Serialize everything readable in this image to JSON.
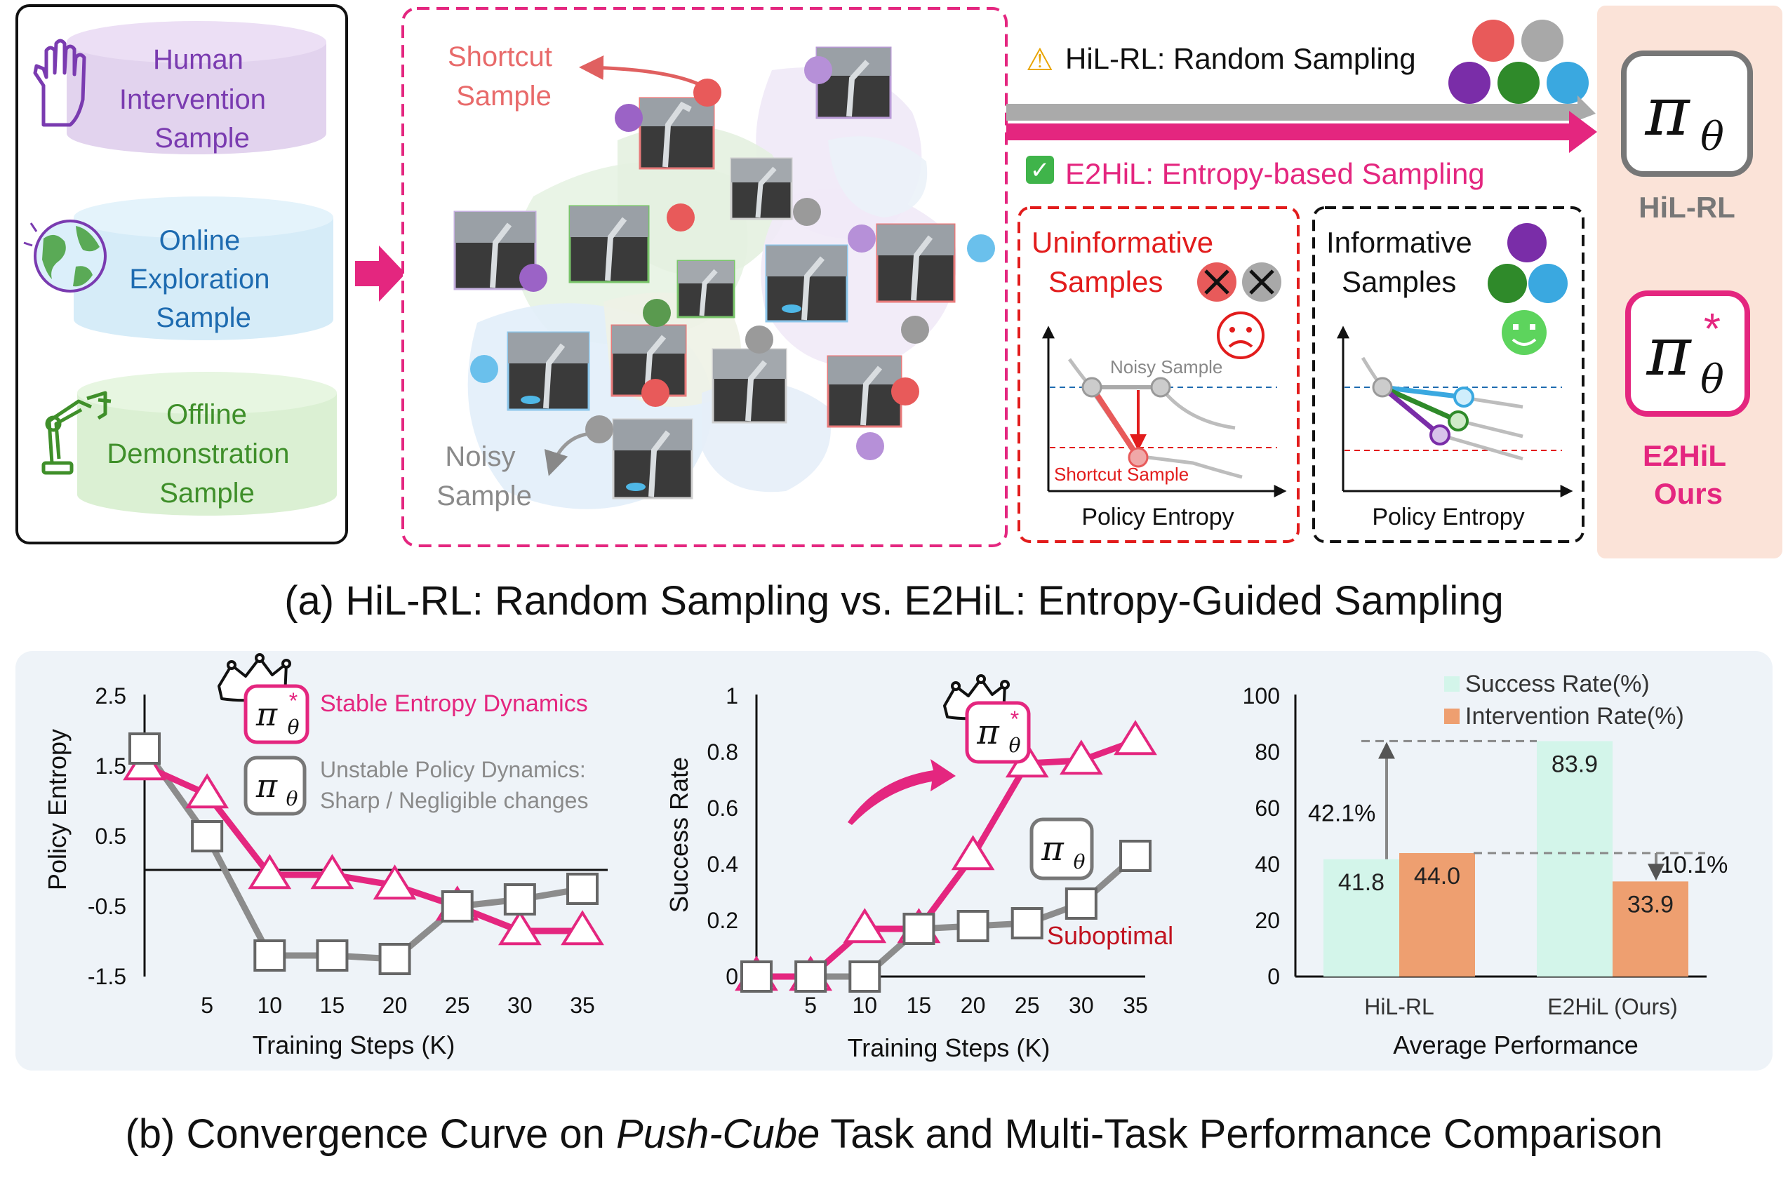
{
  "datasets": {
    "human": [
      "Human",
      "Intervention",
      "Sample"
    ],
    "online": [
      "Online",
      "Exploration",
      "Sample"
    ],
    "offline": [
      "Offline",
      "Demonstration",
      "Sample"
    ]
  },
  "pool": {
    "shortcut": [
      "Shortcut",
      "Sample"
    ],
    "noisy": [
      "Noisy",
      "Sample"
    ]
  },
  "sampling": {
    "random_label": "HiL-RL: Random Sampling",
    "entropy_label": "E2HiL: Entropy-based Sampling",
    "warning_icon": "⚠",
    "check_icon": "✓"
  },
  "uninformative": {
    "title": [
      "Uninformative",
      "Samples"
    ],
    "noisy_tag": "Noisy Sample",
    "shortcut_tag": "Shortcut Sample",
    "xlabel": "Policy Entropy"
  },
  "informative": {
    "title": [
      "Informative",
      "Samples"
    ],
    "xlabel": "Policy Entropy"
  },
  "policies": {
    "symbol": "π",
    "subscript": "θ",
    "star": "*",
    "hil_label": "HiL-RL",
    "e2hil_label": [
      "E2HiL",
      "Ours"
    ]
  },
  "caption_a": "(a) HiL-RL: Random Sampling vs. E2HiL: Entropy-Guided Sampling",
  "caption_b": {
    "before": "(b) Convergence Curve on ",
    "italic": "Push-Cube",
    "after": " Task and Multi-Task Performance Comparison"
  },
  "colors": {
    "magenta": "#e4267f",
    "gray": "#777777",
    "purple": "#7a3bb0",
    "blue_text": "#1e6bb0",
    "green_text": "#3f8f2a",
    "red": "#e23030",
    "teal_bar": "#d3f5ea",
    "orange_bar": "#ee9f70",
    "panel_bg": "#eef3f8",
    "right_panel_bg": "#fbe3d8"
  },
  "chart_data": [
    {
      "type": "line",
      "xlabel": "Training Steps (K)",
      "ylabel": "Policy Entropy",
      "x": [
        0,
        5,
        10,
        15,
        20,
        25,
        30,
        35
      ],
      "x_ticks": [
        "5",
        "10",
        "15",
        "20",
        "25",
        "30",
        "35"
      ],
      "y_ticks": [
        "2.5",
        "1.5",
        "0.5",
        "-0.5",
        "-1.5"
      ],
      "ylim": [
        -1.5,
        2.5
      ],
      "series": [
        {
          "name": "Stable Entropy Dynamics",
          "marker": "triangle",
          "color": "#e4267f",
          "values": [
            1.5,
            1.1,
            -0.05,
            -0.05,
            -0.2,
            -0.5,
            -0.85,
            -0.85
          ]
        },
        {
          "name": "Unstable Policy Dynamics: Sharp / Negligible changes",
          "marker": "square",
          "color": "#777777",
          "values": [
            1.75,
            0.5,
            -1.2,
            -1.2,
            -1.25,
            -0.5,
            -0.4,
            -0.25
          ]
        }
      ]
    },
    {
      "type": "line",
      "xlabel": "Training Steps (K)",
      "ylabel": "Success Rate",
      "x": [
        0,
        5,
        10,
        15,
        20,
        25,
        30,
        35
      ],
      "x_ticks": [
        "5",
        "10",
        "15",
        "20",
        "25",
        "30",
        "35"
      ],
      "y_ticks": [
        "1",
        "0.8",
        "0.6",
        "0.4",
        "0.2",
        "0"
      ],
      "ylim": [
        0,
        1
      ],
      "annotation": "Suboptimal",
      "series": [
        {
          "name": "E2HiL",
          "marker": "triangle",
          "color": "#e4267f",
          "values": [
            0,
            0,
            0.17,
            0.17,
            0.43,
            0.76,
            0.77,
            0.84
          ]
        },
        {
          "name": "HiL-RL",
          "marker": "square",
          "color": "#777777",
          "values": [
            0,
            0,
            0,
            0.17,
            0.18,
            0.19,
            0.26,
            0.43
          ]
        }
      ]
    },
    {
      "type": "bar",
      "xlabel": "Average Performance",
      "categories": [
        "HiL-RL",
        "E2HiL (Ours)"
      ],
      "y_ticks": [
        "100",
        "80",
        "60",
        "40",
        "20",
        "0"
      ],
      "ylim": [
        0,
        100
      ],
      "series": [
        {
          "name": "Success Rate(%)",
          "color": "#d3f5ea",
          "values": [
            41.8,
            83.9
          ],
          "labels": [
            "41.8",
            "83.9"
          ]
        },
        {
          "name": "Intervention Rate(%)",
          "color": "#ee9f70",
          "values": [
            44.0,
            33.9
          ],
          "labels": [
            "44.0",
            "33.9"
          ]
        }
      ],
      "annotations": [
        "42.1%",
        "10.1%"
      ]
    }
  ]
}
